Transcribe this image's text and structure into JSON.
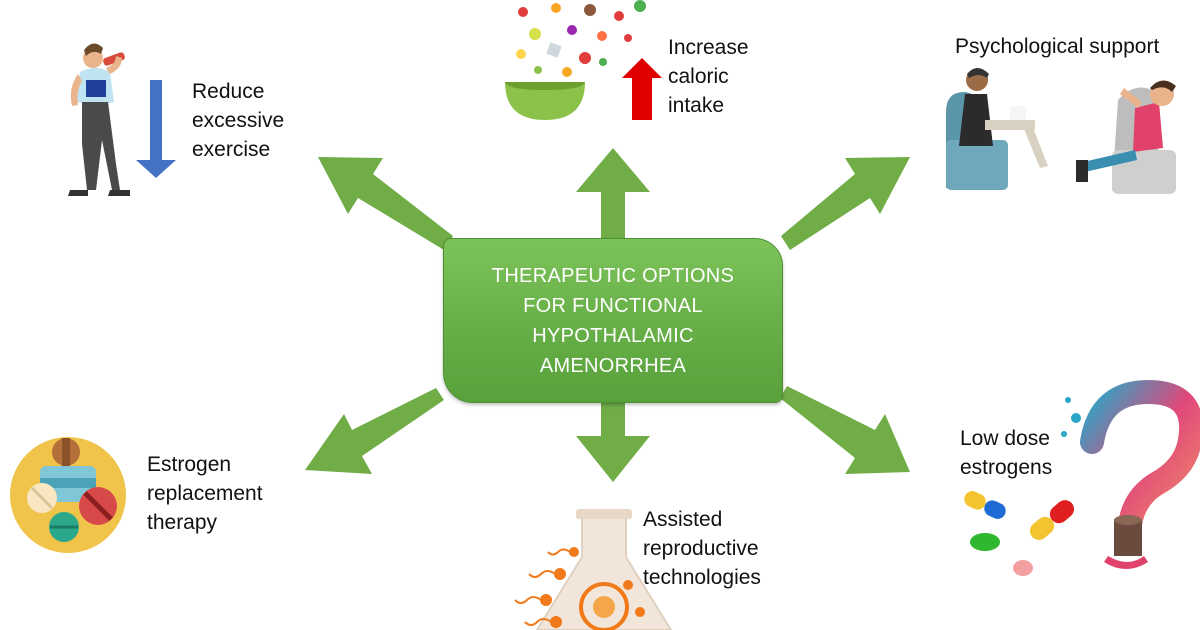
{
  "center": {
    "lines": [
      "THERAPEUTIC OPTIONS",
      "FOR FUNCTIONAL",
      "HYPOTHALAMIC",
      "AMENORRHEA"
    ]
  },
  "options": {
    "exercise": {
      "lines": [
        "Reduce",
        "excessive",
        "exercise"
      ],
      "icon": "exercising-woman-icon"
    },
    "caloric": {
      "lines": [
        "Increase",
        "caloric",
        "intake"
      ],
      "icon": "salad-bowl-icon"
    },
    "psych": {
      "lines": [
        "Psychological support"
      ],
      "icon": "therapy-session-icon"
    },
    "hrt": {
      "lines": [
        "Estrogen",
        "replacement",
        "therapy"
      ],
      "icon": "pills-icon"
    },
    "art": {
      "lines": [
        "Assisted",
        "reproductive",
        "technologies"
      ],
      "icon": "flask-sperm-icon"
    },
    "lowdose": {
      "lines": [
        "Low dose",
        "estrogens"
      ],
      "icon": "question-mark-capsules-icon"
    }
  },
  "colors": {
    "arrow_green": "#70ad47",
    "center_green": "#66ae46",
    "down_arrow_blue": "#4472c4",
    "up_arrow_red": "#e00000"
  }
}
